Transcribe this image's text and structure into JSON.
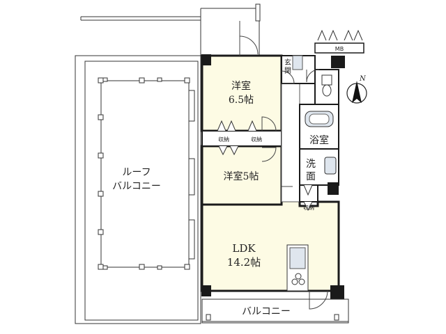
{
  "rooms": {
    "western1_name": "洋室",
    "western1_size": "6.5帖",
    "western2_label": "洋室5帖",
    "ldk_name": "LDK",
    "ldk_size": "14.2帖",
    "bath": "浴室",
    "wash_line1": "洗",
    "wash_line2": "面",
    "entrance_line1": "玄",
    "entrance_line2": "関",
    "storage1": "収納",
    "storage2": "収納",
    "storage3": "収納",
    "mb": "MB"
  },
  "balconies": {
    "roof_line1": "ルーフ",
    "roof_line2": "バルコニー",
    "south": "バルコニー"
  },
  "compass": {
    "label": "N"
  },
  "colors": {
    "room_fill": "#fdfbe4",
    "wall": "#1a1a1a",
    "wet_fill": "#ffffff",
    "fixture_fill": "#dfe6ee"
  }
}
